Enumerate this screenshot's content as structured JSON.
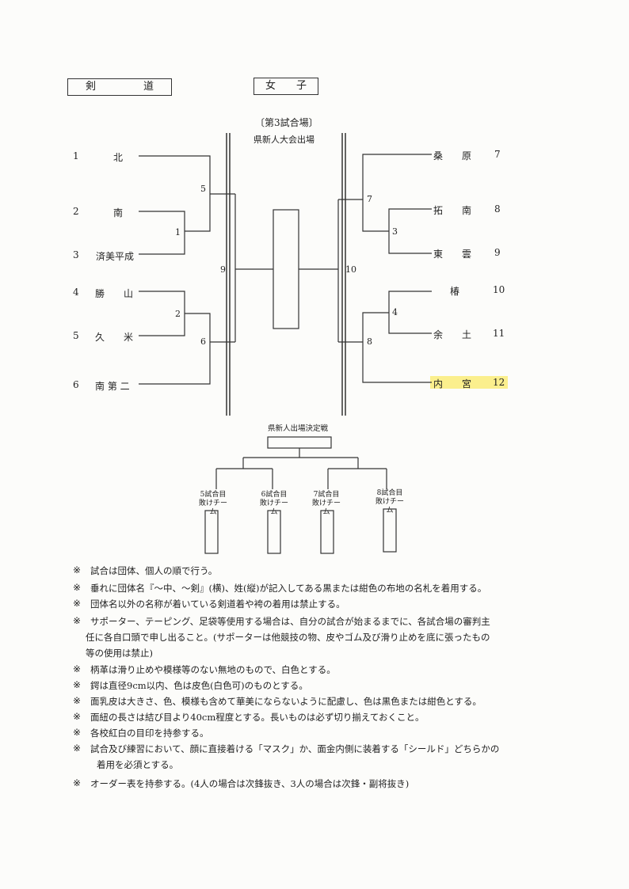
{
  "header": {
    "sport_left": "剣",
    "sport_right": "道",
    "gender_left": "女",
    "gender_right": "子"
  },
  "venue": "〔第3試合場〕",
  "top_label": "県新人大会出場",
  "left_teams": [
    {
      "no": "1",
      "name": "北"
    },
    {
      "no": "2",
      "name": "南"
    },
    {
      "no": "3",
      "name": "済美平成"
    },
    {
      "no": "4",
      "name": "勝　　山"
    },
    {
      "no": "5",
      "name": "久　　米"
    },
    {
      "no": "6",
      "name": "南 第 二"
    }
  ],
  "right_teams": [
    {
      "no": "7",
      "name": "桑　　原"
    },
    {
      "no": "8",
      "name": "拓　　南"
    },
    {
      "no": "9",
      "name": "東　　雲"
    },
    {
      "no": "10",
      "name": "椿"
    },
    {
      "no": "11",
      "name": "余　　土"
    },
    {
      "no": "12",
      "name": "内　　宮"
    }
  ],
  "match_numbers": [
    "1",
    "2",
    "3",
    "4",
    "5",
    "6",
    "7",
    "8",
    "9",
    "10"
  ],
  "decider_title": "県新人出場決定戦",
  "losers": [
    {
      "line1": "5試合目",
      "line2": "敗けチーム"
    },
    {
      "line1": "6試合目",
      "line2": "敗けチーム"
    },
    {
      "line1": "7試合目",
      "line2": "敗けチーム"
    },
    {
      "line1": "8試合目",
      "line2": "敗けチーム"
    }
  ],
  "note_mark": "※",
  "notes": [
    [
      "試合は団体、個人の順で行う。"
    ],
    [
      "垂れに団体名『～中、～剣』(横)、姓(縦)が記入してある黒または紺色の布地の名札を着用する。"
    ],
    [
      "団体名以外の名称が着いている剣道着や袴の着用は禁止する。"
    ],
    [
      "サポーター、テーピング、足袋等使用する場合は、自分の試合が始まるまでに、各試合場の審判主",
      "任に各自口頭で申し出ること。(サポーターは他競技の物、皮やゴム及び滑り止めを底に張ったもの",
      "等の使用は禁止)"
    ],
    [
      "柄革は滑り止めや模様等のない無地のもので、白色とする。"
    ],
    [
      "鍔は直径9cm以内、色は皮色(白色可)のものとする。"
    ],
    [
      "面乳皮は大きさ、色、模様も含めて華美にならないように配慮し、色は黒色または紺色とする。"
    ],
    [
      "面紐の長さは結び目より40cm程度とする。長いものは必ず切り揃えておくこと。"
    ],
    [
      "各校紅白の目印を持参する。"
    ],
    [
      "試合及び練習において、顔に直接着ける「マスク」か、面金内側に装着する「シールド」どちらかの",
      "着用を必須とする。"
    ],
    [
      "オーダー表を持参する。(4人の場合は次鋒抜き、3人の場合は次鋒・副将抜き)"
    ]
  ],
  "highlight_color": "#fbef8d"
}
